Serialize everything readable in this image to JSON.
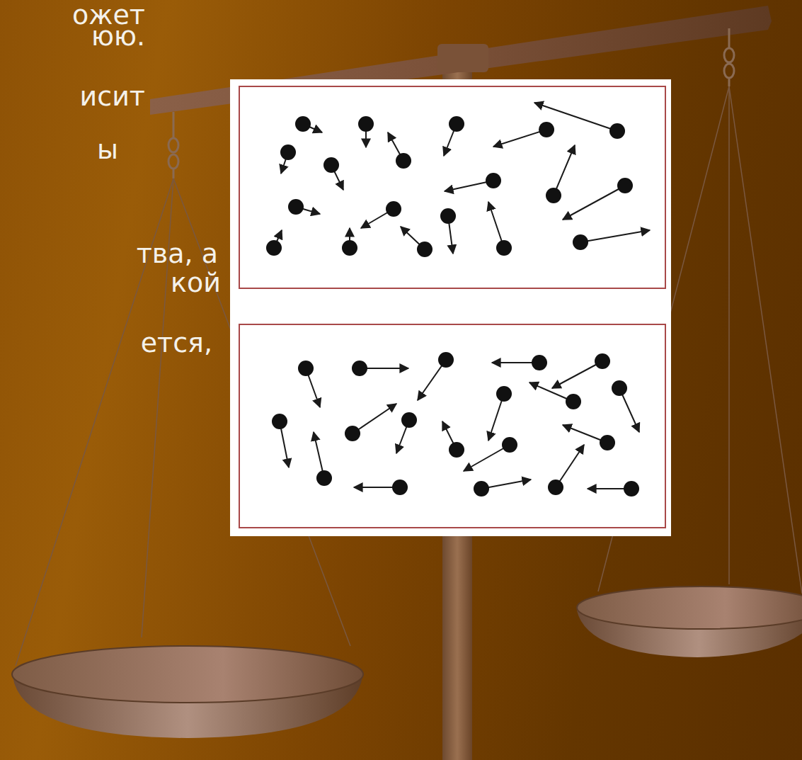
{
  "diagram": {
    "labels": [
      "ожет",
      "юю.",
      "исит",
      "ы",
      "тва, а",
      "кой",
      "ется,"
    ]
  }
}
